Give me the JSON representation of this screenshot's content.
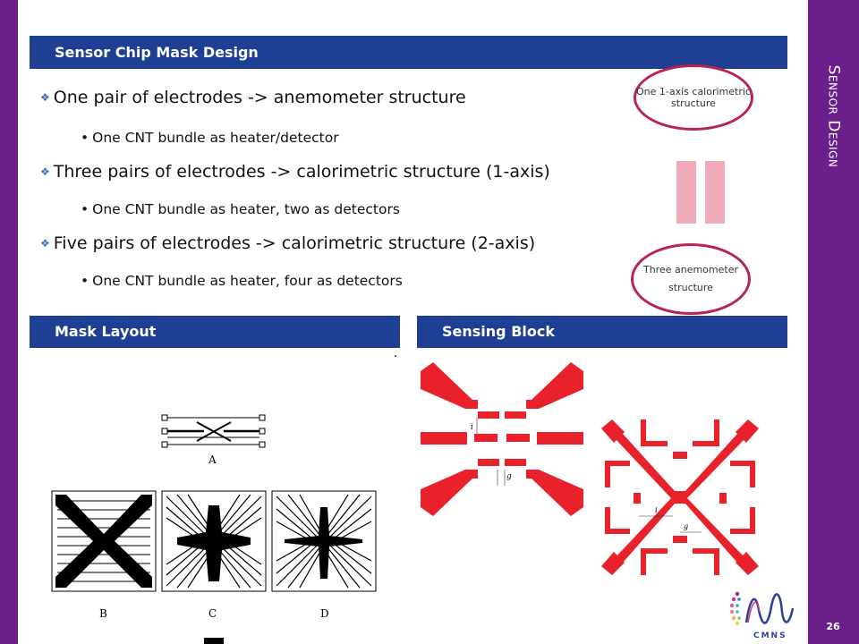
{
  "slide": {
    "side_title": "Sensor Design",
    "number": "26",
    "logo_text": "CMNS"
  },
  "header_main": "Sensor Chip Mask Design",
  "bullets": [
    {
      "text": "One pair of electrodes -> anemometer structure",
      "sub": "One CNT bundle as heater/detector"
    },
    {
      "text": "Three pairs of electrodes -> calorimetric structure (1-axis)",
      "sub": "One CNT bundle as heater, two as detectors"
    },
    {
      "text": "Five pairs of electrodes -> calorimetric structure (2-axis)",
      "sub": "One CNT bundle as heater, four as detectors"
    }
  ],
  "callouts": {
    "top": "One 1-axis calorimetric structure",
    "bottom_line1": "Three anemometer",
    "bottom_line2": "structure"
  },
  "header_mask": "Mask Layout",
  "header_sensing": "Sensing Block",
  "mask_labels": {
    "a": "A",
    "b": "B",
    "c": "C",
    "d": "D"
  },
  "sensing_labels": {
    "i": "i",
    "g": "g"
  },
  "colors": {
    "purple": "#6a1f8a",
    "header_blue": "#1f3f95",
    "oval_red": "#b9234f",
    "pattern_red": "#e8212a"
  }
}
